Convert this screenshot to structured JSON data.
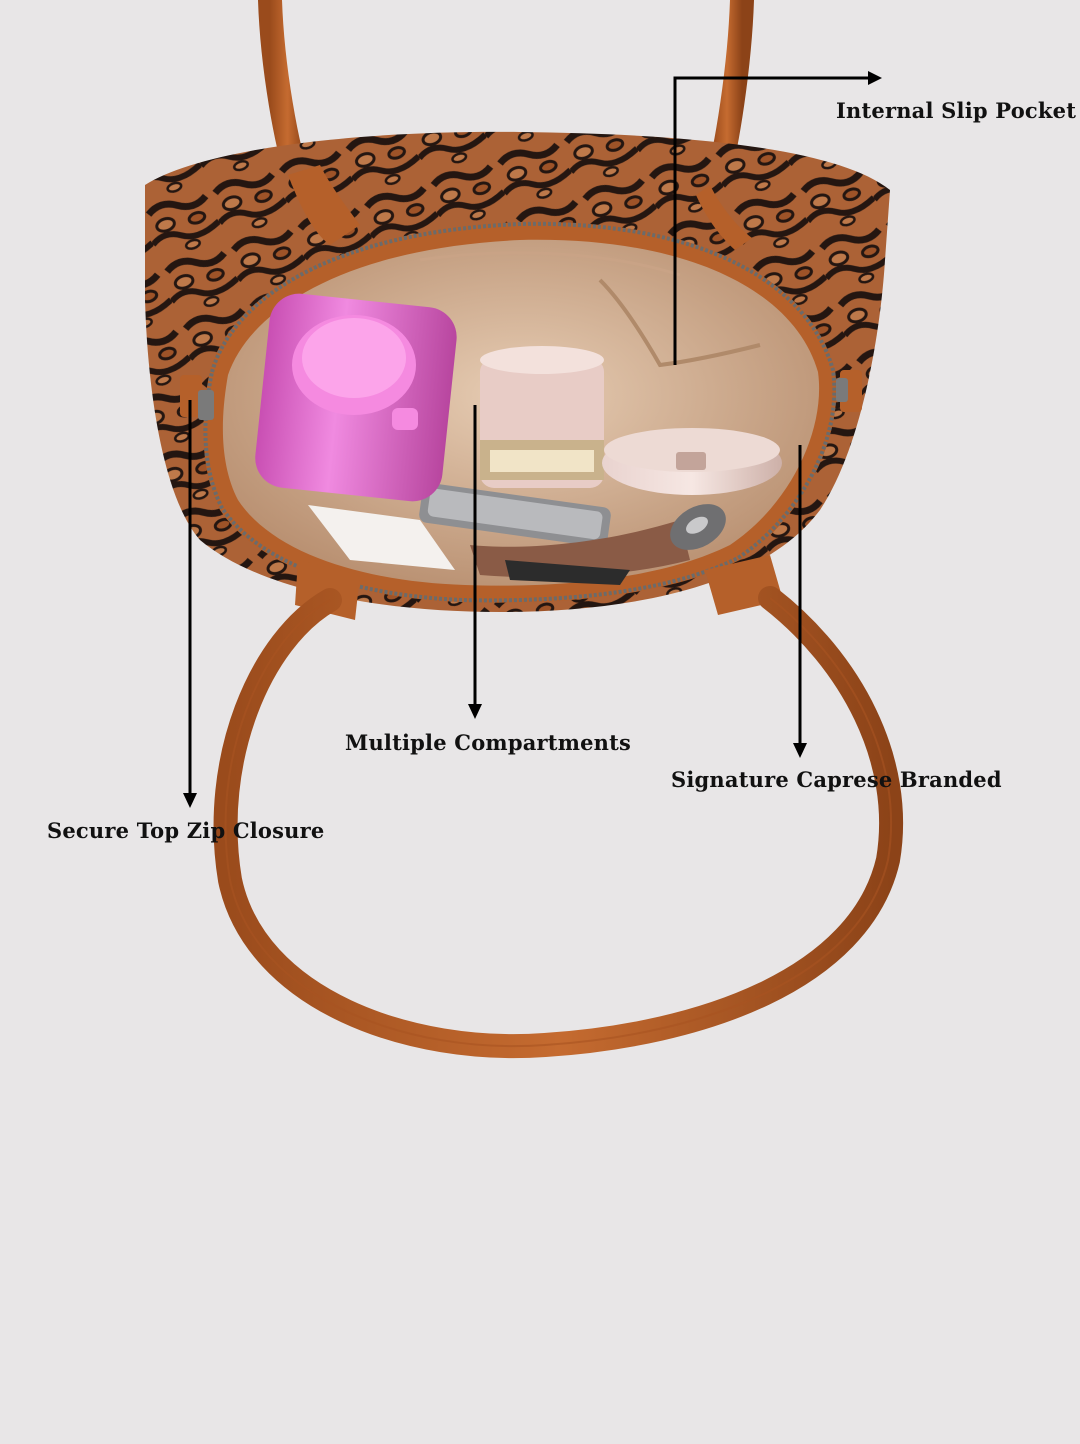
{
  "colors": {
    "background": "#e8e6e7",
    "leather_tan": "#b5602a",
    "leather_dark": "#8c4318",
    "snake_dark": "#2a1a14",
    "snake_light": "#c4703e",
    "lining": "#d9b89a",
    "bottle_pink": "#e96fd4",
    "cap_pink": "#f58ae0",
    "arrow": "#000000",
    "label_text": "#111111"
  },
  "callouts": [
    {
      "id": "slip",
      "label": "Internal Slip Pocket"
    },
    {
      "id": "compart",
      "label": "Multiple Compartments"
    },
    {
      "id": "signature",
      "label": "Signature Caprese Branded"
    },
    {
      "id": "zip",
      "label": "Secure Top Zip Closure"
    }
  ],
  "product": {
    "image_subject": "snakeskin-tote-bag-open-top-view",
    "contents": [
      "pink-bottle",
      "compact-powder",
      "mirror-compact",
      "phone",
      "zip-pouch"
    ]
  }
}
